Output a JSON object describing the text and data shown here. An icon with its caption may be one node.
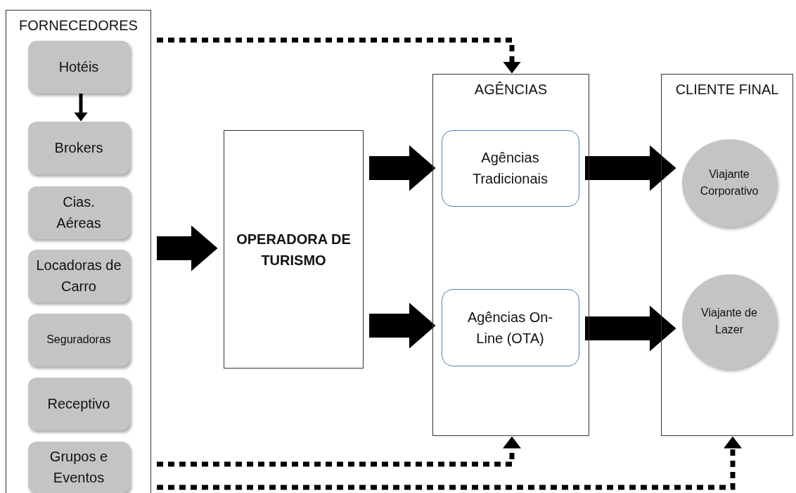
{
  "diagram": {
    "nodes": [
      {
        "text": [
          "FORNECEDORES"
        ]
      },
      {
        "text": [
          "Hotéis"
        ],
        "in": 0
      },
      {
        "text": [
          "Brokers"
        ],
        "in": 0
      },
      {
        "text": [
          "Cias. Aéreas"
        ],
        "in": 0
      },
      {
        "text": [
          "Locadoras de Carro"
        ],
        "in": 0
      },
      {
        "text": [
          "Seguradoras"
        ],
        "in": 0
      },
      {
        "text": [
          "Receptivo"
        ],
        "in": 0
      },
      {
        "text": [
          "Grupos e Eventos"
        ],
        "in": 0
      },
      {
        "text": [
          "OPERADORA DE TURISMO"
        ]
      },
      {
        "text": [
          "AGÊNCIAS"
        ]
      },
      {
        "text": [
          "Agências Tradicionais"
        ],
        "in": 9
      },
      {
        "text": [
          "Agências On-Line (OTA)"
        ],
        "in": 9
      },
      {
        "text": [
          "CLIENTE FINAL"
        ]
      },
      {
        "text": [
          "Viajante Corporativo"
        ],
        "in": 12
      },
      {
        "text": [
          "Viajante de Lazer"
        ],
        "in": 12
      }
    ],
    "edges": [
      {
        "from": 1,
        "to": 2,
        "arrow": "to"
      },
      {
        "from": 0,
        "to": 8,
        "arrow": "to"
      },
      {
        "from": 8,
        "to": 10,
        "arrow": "to"
      },
      {
        "from": 8,
        "to": 11,
        "arrow": "to"
      },
      {
        "from": 10,
        "to": 13,
        "arrow": "to"
      },
      {
        "from": 11,
        "to": 14,
        "arrow": "to"
      },
      {
        "from": 0,
        "to": 9,
        "arrow": "to",
        "style": "dashed"
      },
      {
        "from": 0,
        "to": 9,
        "arrow": "to",
        "style": "dashed"
      },
      {
        "from": 0,
        "to": 12,
        "arrow": "to",
        "style": "dashed"
      }
    ]
  }
}
